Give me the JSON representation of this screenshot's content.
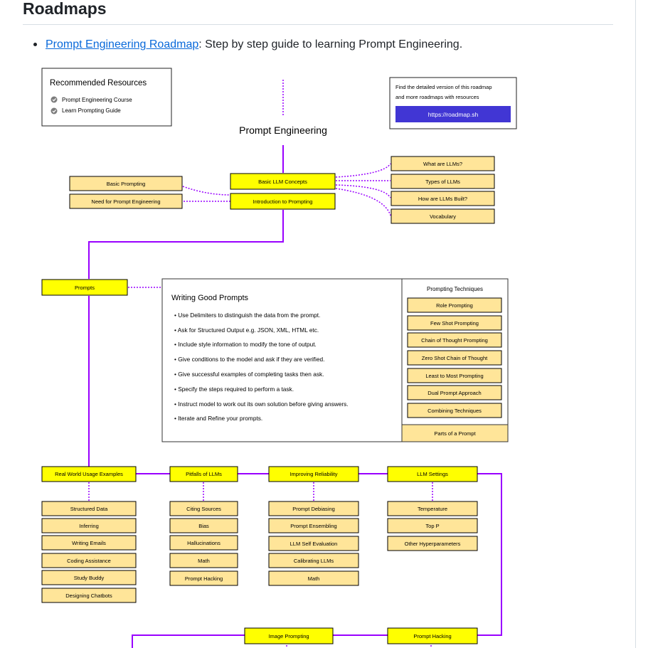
{
  "heading": "Roadmaps",
  "list": {
    "link_text": "Prompt Engineering Roadmap",
    "description": ": Step by step guide to learning Prompt Engineering."
  },
  "colors": {
    "node_yellow": "#ffff00",
    "node_beige": "#ffe599",
    "connector": "#9900ff",
    "dotted": "#9900ff",
    "cta_button": "#4136d4",
    "link": "#0969da"
  },
  "resources": {
    "title": "Recommended Resources",
    "items": [
      {
        "icon": "check-circle-icon",
        "label": "Prompt Engineering Course"
      },
      {
        "icon": "check-circle-icon",
        "label": "Learn Prompting Guide"
      }
    ]
  },
  "cta": {
    "line1": "Find the detailed version of this roadmap",
    "line2": "and more roadmaps with resources",
    "button": "https://roadmap.sh"
  },
  "roadmap_title": "Prompt Engineering",
  "main_nodes": {
    "basic_llm_concepts": "Basic LLM Concepts",
    "intro_prompting": "Introduction to Prompting",
    "prompts": "Prompts",
    "real_world": "Real World Usage Examples",
    "pitfalls": "Pitfalls of LLMs",
    "reliability": "Improving Reliability",
    "llm_settings": "LLM Settings",
    "image_prompting": "Image Prompting",
    "prompt_hacking": "Prompt Hacking"
  },
  "left_intro": [
    "Basic Prompting",
    "Need for Prompt Engineering"
  ],
  "llm_concepts": [
    "What are LLMs?",
    "Types of LLMs",
    "How are LLMs Built?",
    "Vocabulary"
  ],
  "writing": {
    "title": "Writing Good Prompts",
    "items": [
      "Use Delimiters to distinguish the data from the prompt.",
      "Ask for Structured Output e.g. JSON, XML, HTML etc.",
      "Include style information to modify the tone of output.",
      "Give conditions to the model and ask if they are verified.",
      "Give successful examples of completing tasks then ask.",
      "Specify the steps required to perform a task.",
      "Instruct model to work out its own solution before giving answers.",
      "Iterate and Refine your prompts."
    ]
  },
  "techniques": {
    "title": "Prompting Techniques",
    "items": [
      "Role Prompting",
      "Few Shot Prompting",
      "Chain of Thought Prompting",
      "Zero Shot Chain of Thought",
      "Least to Most Prompting",
      "Dual Prompt Approach",
      "Combining Techniques"
    ],
    "parts": "Parts of a Prompt"
  },
  "real_world_items": [
    "Structured Data",
    "Inferring",
    "Writing Emails",
    "Coding Assistance",
    "Study Buddy",
    "Designing Chatbots"
  ],
  "pitfalls_items": [
    "Citing Sources",
    "Bias",
    "Hallucinations",
    "Math",
    "Prompt Hacking"
  ],
  "reliability_items": [
    "Prompt Debiasing",
    "Prompt Ensembling",
    "LLM Self Evaluation",
    "Calibrating LLMs",
    "Math"
  ],
  "settings_items": [
    "Temperature",
    "Top P",
    "Other Hyperparameters"
  ]
}
